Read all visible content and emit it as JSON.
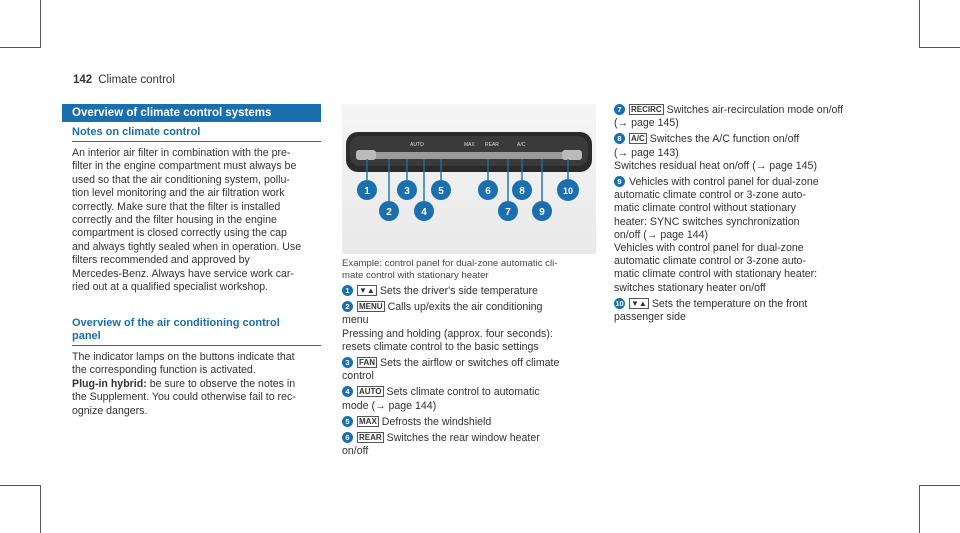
{
  "header": {
    "page_number": "142",
    "section": "Climate control"
  },
  "section_title": "Overview of climate control systems",
  "notes": {
    "heading": "Notes on climate control",
    "lines": [
      "An interior air filter in combination with the pre-",
      "filter in the engine compartment must always be",
      "used so that the air conditioning system, pollu-",
      "tion level monitoring and the air filtration work",
      "correctly. Make sure that the filter is installed",
      "correctly and the filter housing in the engine",
      "compartment is closed correctly using the cap",
      "and always tightly sealed when in operation. Use",
      "filters recommended and approved by",
      "Mercedes-Benz. Always have service work car-",
      "ried out at a qualified specialist workshop."
    ]
  },
  "overview": {
    "heading_lines": [
      "Overview of the air conditioning control",
      "panel"
    ],
    "lines": [
      "The indicator lamps on the buttons indicate that",
      "the corresponding function is activated."
    ],
    "plugin_label": "Plug-in hybrid:",
    "plugin_lines": [
      " be sure to observe the notes in",
      "the Supplement. You could otherwise fail to rec-",
      "ognize dangers."
    ]
  },
  "figure": {
    "panel_labels": [
      "AUTO",
      "A/C",
      "MAX",
      "REAR"
    ],
    "callouts": [
      "1",
      "2",
      "3",
      "4",
      "5",
      "6",
      "7",
      "8",
      "9",
      "10"
    ]
  },
  "caption_lines": [
    "Example: control panel for dual-zone automatic cli-",
    "mate control with stationary heater"
  ],
  "items_middle": [
    {
      "n": "1",
      "glyph": "▼▲",
      "lines": [
        "Sets the driver's side temperature"
      ]
    },
    {
      "n": "2",
      "glyph": "MENU",
      "lines": [
        "Calls up/exits the air conditioning",
        "menu",
        "Pressing and holding (approx. four seconds):",
        "resets climate control to the basic settings"
      ]
    },
    {
      "n": "3",
      "glyph": "FAN",
      "lines": [
        "Sets the airflow or switches off climate",
        "control"
      ]
    },
    {
      "n": "4",
      "glyph": "AUTO",
      "lines": [
        "Sets climate control to automatic",
        "mode (→ page 144)"
      ]
    },
    {
      "n": "5",
      "glyph": "MAX",
      "lines": [
        "Defrosts the windshield"
      ]
    },
    {
      "n": "6",
      "glyph": "REAR",
      "lines": [
        "Switches the rear window heater",
        "on/off"
      ]
    }
  ],
  "items_right": [
    {
      "n": "7",
      "glyph": "RECIRC",
      "lines": [
        "Switches air-recirculation mode on/off",
        "(→ page 145)"
      ]
    },
    {
      "n": "8",
      "glyph": "A/C",
      "lines": [
        "Switches the A/C function on/off",
        "(→ page 143)",
        "Switches residual heat on/off (→ page 145)"
      ]
    },
    {
      "n": "9",
      "glyph": "",
      "lines": [
        "Vehicles with control panel for dual-zone",
        "automatic climate control or 3-zone auto-",
        "matic climate control without stationary",
        "heater: SYNC switches synchronization",
        "on/off (→ page 144)",
        "Vehicles with control panel for dual-zone",
        "automatic climate control or 3-zone auto-",
        "matic climate control with stationary heater:",
        "switches stationary heater on/off"
      ]
    },
    {
      "n": "10",
      "glyph": "▼▲",
      "lines": [
        "Sets the temperature on the front",
        "passenger side"
      ]
    }
  ]
}
